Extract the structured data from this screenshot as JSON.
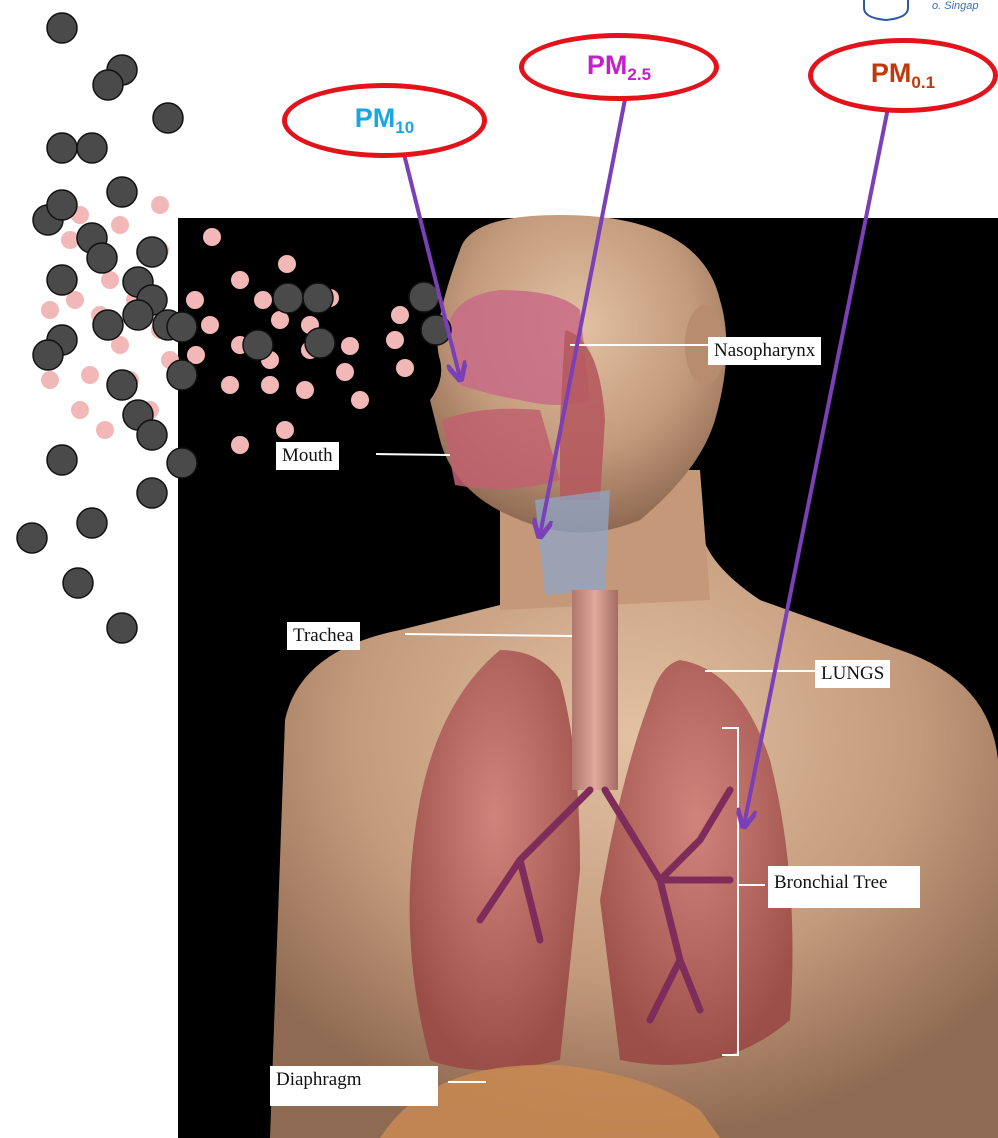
{
  "logo": {
    "text": "o. Singap"
  },
  "pm_labels": [
    {
      "id": "pm10",
      "base": "PM",
      "sub": "10",
      "color": "#1aa7e0"
    },
    {
      "id": "pm25",
      "base": "PM",
      "sub": "2.5",
      "color": "#c41fc9"
    },
    {
      "id": "pm01",
      "base": "PM",
      "sub": "0.1",
      "color": "#c0390b"
    }
  ],
  "anatomy_labels": {
    "nasopharynx": "Nasopharynx",
    "mouth": "Mouth",
    "trachea": "Trachea",
    "lungs": "LUNGS",
    "bronchial_tree": "Bronchial Tree",
    "diaphragm": "Diaphragm"
  },
  "colors": {
    "ellipse_border": "#e3131b",
    "arrow": "#7b3fb8",
    "particle_large": "#4a4a4a",
    "particle_small": "#f2b8b8",
    "background_panel": "#000000",
    "skin": "#c9a184",
    "lung": "#b8615a"
  }
}
